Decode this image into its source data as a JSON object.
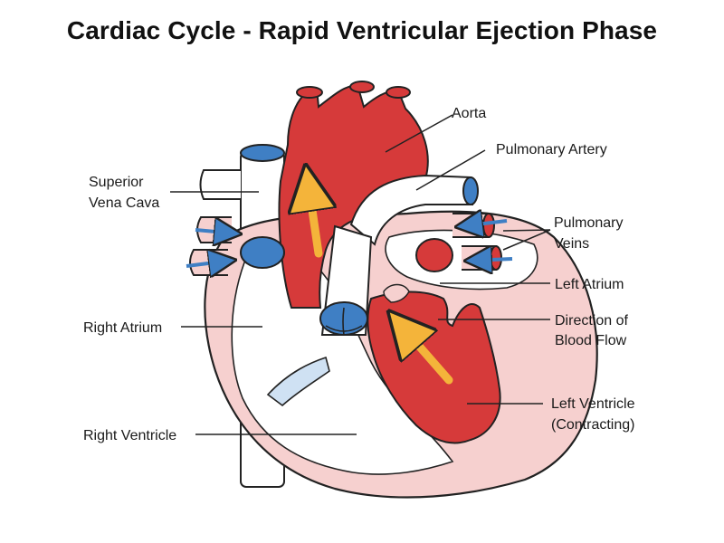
{
  "title": "Cardiac Cycle - Rapid Ventricular Ejection Phase",
  "labels": {
    "superior_vena_cava": [
      "Superior",
      "Vena Cava"
    ],
    "right_atrium": "Right Atrium",
    "right_ventricle": "Right Ventricle",
    "aorta": "Aorta",
    "pulmonary_artery": "Pulmonary Artery",
    "pulmonary_veins": [
      "Pulmonary",
      "Veins"
    ],
    "left_atrium": "Left Atrium",
    "direction_of_blood_flow": [
      "Direction of",
      "Blood Flow"
    ],
    "left_ventricle": [
      "Left Ventricle",
      "(Contracting)"
    ]
  },
  "colors": {
    "oxygenated_red": "#d63a3a",
    "deoxygenated_blue": "#3f7fc4",
    "wall_pink": "#f6d0cf",
    "flow_arrow_yellow": "#f4b43a",
    "outline": "#222222"
  }
}
